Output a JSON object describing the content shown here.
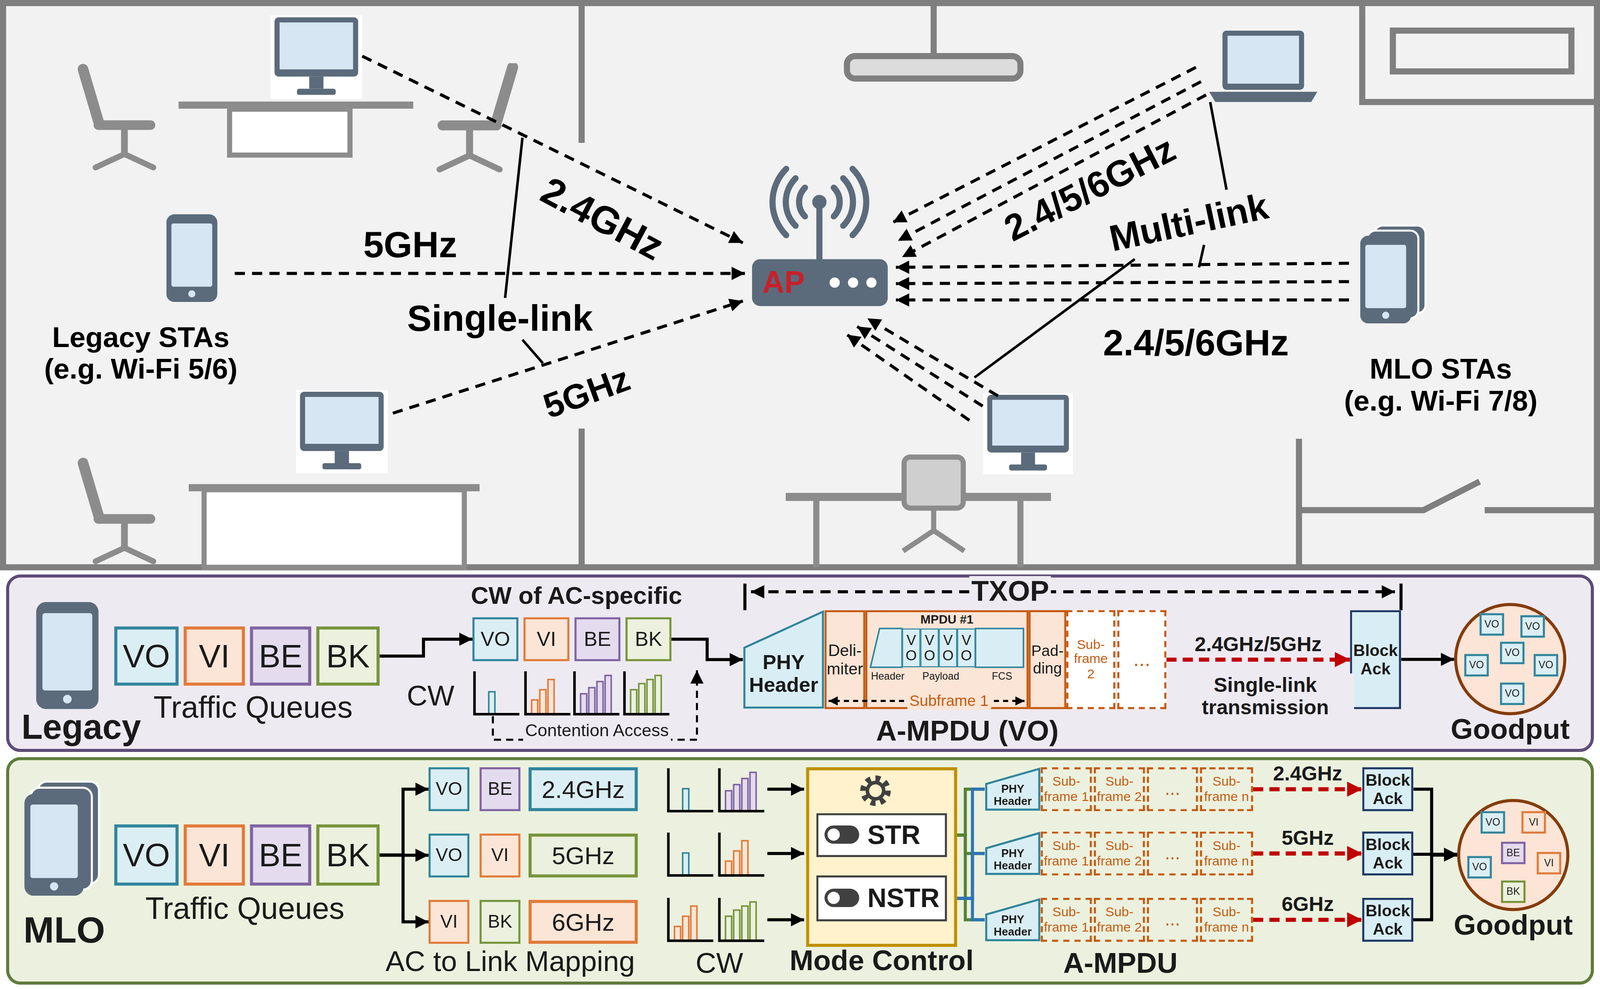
{
  "diagram": {
    "nodes": [
      {
        "text": [
          "AP"
        ]
      },
      {
        "text": [
          "Legacy"
        ]
      },
      {
        "text": [
          "VO"
        ],
        "in": 1
      },
      {
        "text": [
          "VI"
        ],
        "in": 1
      },
      {
        "text": [
          "BE"
        ],
        "in": 1
      },
      {
        "text": [
          "BK"
        ],
        "in": 1
      },
      {
        "text": [
          "VO"
        ],
        "in": 1
      },
      {
        "text": [
          "VI"
        ],
        "in": 1
      },
      {
        "text": [
          "BE"
        ],
        "in": 1
      },
      {
        "text": [
          "BK"
        ],
        "in": 1
      },
      {
        "text": [
          "PHY Header"
        ],
        "in": 1
      },
      {
        "text": [
          "Deli-miter"
        ],
        "in": 1
      },
      {
        "text": [
          "MPDU #1",
          "Header",
          "Payload",
          "FCS"
        ],
        "in": 1
      },
      {
        "text": [
          "VO"
        ],
        "in": 12
      },
      {
        "text": [
          "VO"
        ],
        "in": 12
      },
      {
        "text": [
          "VO"
        ],
        "in": 12
      },
      {
        "text": [
          "VO"
        ],
        "in": 12
      },
      {
        "text": [
          "Pad-ding"
        ],
        "in": 1
      },
      {
        "text": [
          "Sub-frame 2"
        ],
        "in": 1
      },
      {
        "text": [
          "..."
        ],
        "in": 1
      },
      {
        "text": [
          "Block Ack"
        ],
        "in": 1
      },
      {
        "text": [
          "Goodput"
        ],
        "in": 1
      },
      {
        "text": [
          "VO"
        ],
        "in": 21
      },
      {
        "text": [
          "VO"
        ],
        "in": 21
      },
      {
        "text": [
          "VO"
        ],
        "in": 21
      },
      {
        "text": [
          "VO"
        ],
        "in": 21
      },
      {
        "text": [
          "VO"
        ],
        "in": 21
      },
      {
        "text": [
          "VO"
        ],
        "in": 21
      },
      {
        "text": [
          "MLO"
        ]
      },
      {
        "text": [
          "VO"
        ],
        "in": 28
      },
      {
        "text": [
          "VI"
        ],
        "in": 28
      },
      {
        "text": [
          "BE"
        ],
        "in": 28
      },
      {
        "text": [
          "BK"
        ],
        "in": 28
      },
      {
        "text": [
          "VO"
        ],
        "in": 28
      },
      {
        "text": [
          "BE"
        ],
        "in": 28
      },
      {
        "text": [
          "2.4GHz"
        ],
        "in": 28
      },
      {
        "text": [
          "VO"
        ],
        "in": 28
      },
      {
        "text": [
          "VI"
        ],
        "in": 28
      },
      {
        "text": [
          "5GHz"
        ],
        "in": 28
      },
      {
        "text": [
          "VI"
        ],
        "in": 28
      },
      {
        "text": [
          "BK"
        ],
        "in": 28
      },
      {
        "text": [
          "6GHz"
        ],
        "in": 28
      },
      {
        "text": [
          "Mode Control"
        ],
        "in": 28
      },
      {
        "text": [
          "STR"
        ],
        "in": 42
      },
      {
        "text": [
          "NSTR"
        ],
        "in": 42
      },
      {
        "text": [
          "PHY Header"
        ],
        "in": 28
      },
      {
        "text": [
          "Sub-frame 1"
        ],
        "in": 28
      },
      {
        "text": [
          "Sub-frame 2"
        ],
        "in": 28
      },
      {
        "text": [
          "..."
        ],
        "in": 28
      },
      {
        "text": [
          "Sub-frame n"
        ],
        "in": 28
      },
      {
        "text": [
          "PHY Header"
        ],
        "in": 28
      },
      {
        "text": [
          "Sub-frame 1"
        ],
        "in": 28
      },
      {
        "text": [
          "Sub-frame 2"
        ],
        "in": 28
      },
      {
        "text": [
          "..."
        ],
        "in": 28
      },
      {
        "text": [
          "Sub-frame n"
        ],
        "in": 28
      },
      {
        "text": [
          "PHY Header"
        ],
        "in": 28
      },
      {
        "text": [
          "Sub-frame 1"
        ],
        "in": 28
      },
      {
        "text": [
          "Sub-frame 2"
        ],
        "in": 28
      },
      {
        "text": [
          "..."
        ],
        "in": 28
      },
      {
        "text": [
          "Sub-frame n"
        ],
        "in": 28
      },
      {
        "text": [
          "Block Ack"
        ],
        "in": 28
      },
      {
        "text": [
          "Block Ack"
        ],
        "in": 28
      },
      {
        "text": [
          "Block Ack"
        ],
        "in": 28
      },
      {
        "text": [
          "Goodput"
        ],
        "in": 28
      },
      {
        "text": [
          "VO"
        ],
        "in": 63
      },
      {
        "text": [
          "VI"
        ],
        "in": 63
      },
      {
        "text": [
          "BE"
        ],
        "in": 63
      },
      {
        "text": [
          "VI"
        ],
        "in": 63
      },
      {
        "text": [
          "VO"
        ],
        "in": 63
      },
      {
        "text": [
          "BK"
        ],
        "in": 63
      }
    ],
    "edges": [
      {
        "from": 5,
        "to": 6,
        "arrow": "to"
      },
      {
        "from": 9,
        "to": 10,
        "arrow": "to"
      },
      {
        "from": 19,
        "to": 20,
        "arrow": "to",
        "label": "2.4GHz/5GHz"
      },
      {
        "from": 20,
        "to": 21,
        "arrow": "to"
      },
      {
        "from": 32,
        "to": 33,
        "arrow": "to"
      },
      {
        "from": 32,
        "to": 36,
        "arrow": "to"
      },
      {
        "from": 32,
        "to": 39,
        "arrow": "to"
      },
      {
        "from": 43,
        "to": 45,
        "arrow": "none"
      },
      {
        "from": 43,
        "to": 50,
        "arrow": "none"
      },
      {
        "from": 43,
        "to": 55,
        "arrow": "none"
      },
      {
        "from": 44,
        "to": 45,
        "arrow": "none"
      },
      {
        "from": 44,
        "to": 50,
        "arrow": "none"
      },
      {
        "from": 44,
        "to": 55,
        "arrow": "none"
      },
      {
        "from": 49,
        "to": 60,
        "arrow": "to",
        "label": "2.4GHz"
      },
      {
        "from": 54,
        "to": 61,
        "arrow": "to",
        "label": "5GHz"
      },
      {
        "from": 59,
        "to": 62,
        "arrow": "to",
        "label": "6GHz"
      },
      {
        "from": 60,
        "to": 63,
        "arrow": "to"
      },
      {
        "from": 61,
        "to": 63,
        "arrow": "to"
      },
      {
        "from": 62,
        "to": 63,
        "arrow": "to"
      }
    ],
    "labels": [
      "2.4GHz",
      "5GHz",
      "Single-link",
      "5GHz",
      "Legacy STAs (e.g. Wi-Fi 5/6)",
      "2.4/5/6GHz",
      "Multi-link",
      "2.4/5/6GHz",
      "MLO STAs (e.g. Wi-Fi 7/8)",
      "Traffic Queues",
      "CW of AC-specific",
      "CW",
      "Contention Access",
      "TXOP",
      "Subframe 1",
      "A-MPDU (VO)",
      "Single-link transmission",
      "Traffic Queues",
      "AC to Link Mapping",
      "CW",
      "A-MPDU"
    ]
  }
}
